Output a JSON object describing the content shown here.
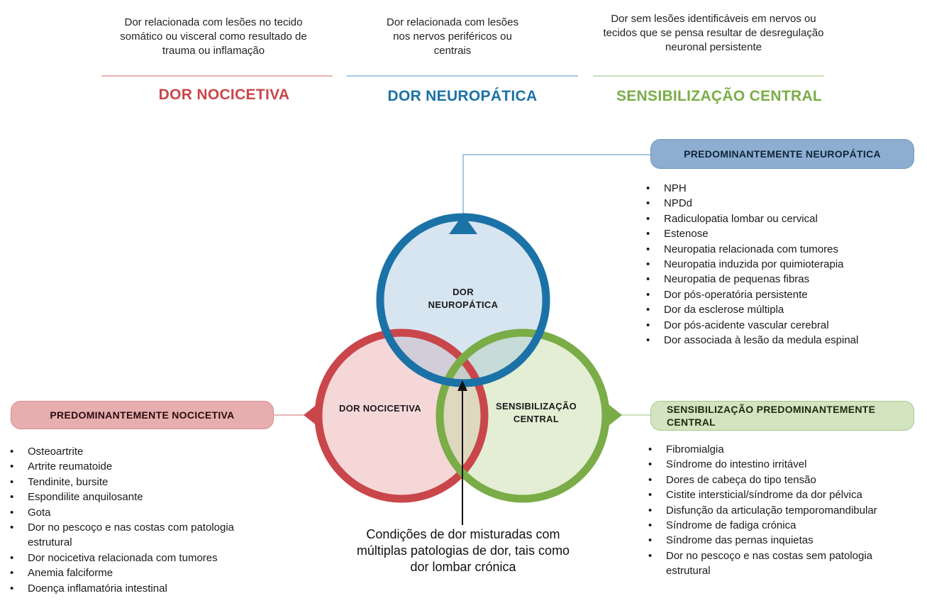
{
  "columns": [
    {
      "id": "nociceptive",
      "title": "DOR NOCICETIVA",
      "description": "Dor relacionada com lesões no tecido somático ou visceral como resultado de trauma ou inflamação",
      "color": "#c9464a",
      "rule_color": "#e9b5b7"
    },
    {
      "id": "neuropathic",
      "title": "DOR NEUROPÁTICA",
      "description": "Dor relacionada com lesões nos nervos periféricos ou centrais",
      "color": "#1b72a7",
      "rule_color": "#a9c8de"
    },
    {
      "id": "central",
      "title": "SENSIBILIZAÇÃO CENTRAL",
      "description": "Dor sem lesões identificáveis em nervos ou tecidos que se pensa resultar de desregulação neuronal persistente",
      "color": "#7aac47",
      "rule_color": "#cfe0bd"
    }
  ],
  "venn": {
    "neuropathic_label": "DOR NEUROPÁTICA",
    "nociceptive_label": "DOR NOCICETIVA",
    "central_label": "SENSIBILIZAÇÃO CENTRAL"
  },
  "panels": {
    "neuropathic": {
      "title": "PREDOMINANTEMENTE NEUROPÁTICA",
      "items": [
        "NPH",
        "NPDd",
        "Radiculopatia lombar ou cervical",
        "Estenose",
        "Neuropatia relacionada com tumores",
        "Neuropatia induzida por quimioterapia",
        "Neuropatia de pequenas fibras",
        "Dor pós-operatória persistente",
        "Dor da esclerose múltipla",
        "Dor pós-acidente vascular cerebral",
        "Dor associada à lesão da medula espinal"
      ]
    },
    "nociceptive": {
      "title": "PREDOMINANTEMENTE NOCICETIVA",
      "items": [
        "Osteoartrite",
        "Artrite reumatoide",
        "Tendinite, bursite",
        "Espondilite anquilosante",
        "Gota",
        "Dor no pescoço e nas costas com patologia estrutural",
        "Dor nocicetiva relacionada com tumores",
        "Anemia falciforme",
        "Doença inflamatória intestinal"
      ]
    },
    "central": {
      "title": "SENSIBILIZAÇÃO PREDOMINANTEMENTE CENTRAL",
      "items": [
        "Fibromialgia",
        "Síndrome do intestino irritável",
        "Dores de cabeça do tipo tensão",
        "Cistite intersticial/síndrome da dor pélvica",
        "Disfunção da articulação temporomandibular",
        "Síndrome de fadiga crónica",
        "Síndrome das pernas inquietas",
        "Dor no pescoço e nas costas sem patologia estrutural"
      ]
    }
  },
  "center_note": "Condições de dor misturadas com múltiplas patologias de dor, tais como dor lombar crónica"
}
